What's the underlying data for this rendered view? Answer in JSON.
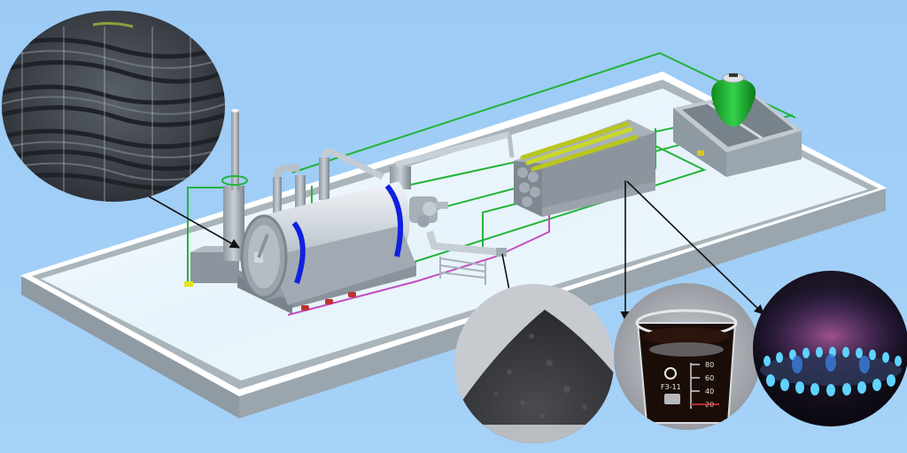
{
  "diagram": {
    "type": "process-flow",
    "subject": "waste tire pyrolysis plant",
    "background_color": "#9fcdf6",
    "platform_color": "#eef6fb",
    "pipe_green": "#22b43a",
    "pipe_purple": "#c050c0",
    "reactor_band_color": "#1020e0",
    "equipment": [
      {
        "id": "chimney",
        "label": "Chimney"
      },
      {
        "id": "reactor",
        "label": "Pyrolysis Reactor"
      },
      {
        "id": "manifold",
        "label": "Oil-Gas Manifold"
      },
      {
        "id": "condenser",
        "label": "Condenser"
      },
      {
        "id": "cooling-tower",
        "label": "Cooling Tower"
      },
      {
        "id": "water-tank",
        "label": "Cooling Water Pool"
      },
      {
        "id": "discharge-auger",
        "label": "Carbon Black Discharge"
      }
    ],
    "inputs": [
      {
        "id": "waste-tires",
        "label": "Waste Tires",
        "target": "reactor"
      }
    ],
    "outputs": [
      {
        "id": "carbon-black",
        "label": "Carbon Black",
        "source": "discharge-auger"
      },
      {
        "id": "tire-oil",
        "label": "Fuel Oil",
        "source": "condenser",
        "beaker_marks": [
          "80",
          "60",
          "40",
          "20"
        ],
        "beaker_brand": "F3-11"
      },
      {
        "id": "syngas",
        "label": "Combustible Gas",
        "source": "condenser"
      }
    ]
  }
}
